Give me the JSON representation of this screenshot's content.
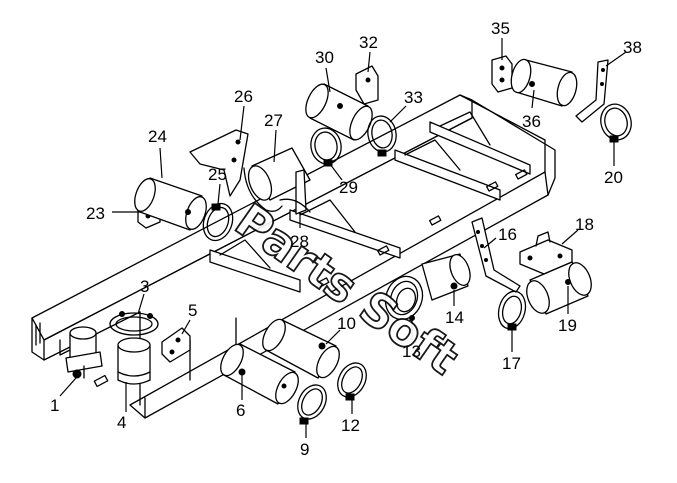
{
  "diagram": {
    "callouts": [
      {
        "id": "c1",
        "label": "1"
      },
      {
        "id": "c3",
        "label": "3"
      },
      {
        "id": "c4",
        "label": "4"
      },
      {
        "id": "c5",
        "label": "5"
      },
      {
        "id": "c6",
        "label": "6"
      },
      {
        "id": "c9",
        "label": "9"
      },
      {
        "id": "c10",
        "label": "10"
      },
      {
        "id": "c12",
        "label": "12"
      },
      {
        "id": "c13",
        "label": "13"
      },
      {
        "id": "c14",
        "label": "14"
      },
      {
        "id": "c16",
        "label": "16"
      },
      {
        "id": "c17",
        "label": "17"
      },
      {
        "id": "c18",
        "label": "18"
      },
      {
        "id": "c19",
        "label": "19"
      },
      {
        "id": "c20",
        "label": "20"
      },
      {
        "id": "c23",
        "label": "23"
      },
      {
        "id": "c24",
        "label": "24"
      },
      {
        "id": "c25",
        "label": "25"
      },
      {
        "id": "c26",
        "label": "26"
      },
      {
        "id": "c27",
        "label": "27"
      },
      {
        "id": "c28",
        "label": "28"
      },
      {
        "id": "c29",
        "label": "29"
      },
      {
        "id": "c30",
        "label": "30"
      },
      {
        "id": "c32",
        "label": "32"
      },
      {
        "id": "c33",
        "label": "33"
      },
      {
        "id": "c35",
        "label": "35"
      },
      {
        "id": "c36",
        "label": "36"
      },
      {
        "id": "c38",
        "label": "38"
      }
    ],
    "watermark": "Parts Soft"
  }
}
